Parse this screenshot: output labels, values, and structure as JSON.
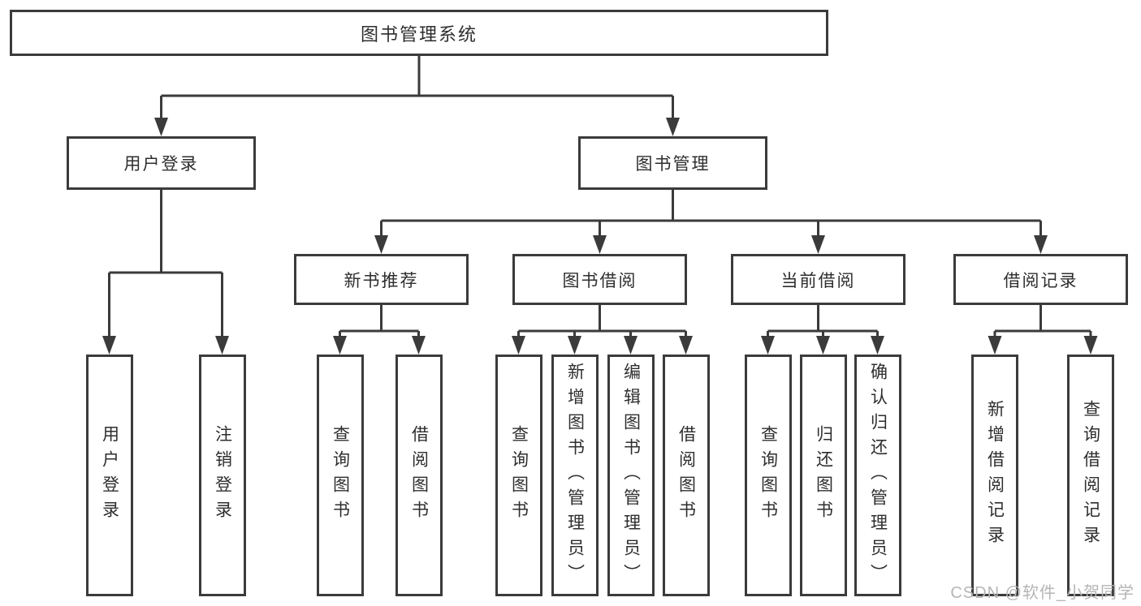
{
  "diagram": {
    "root": {
      "label": "图书管理系统"
    },
    "branches": [
      {
        "label": "用户登录",
        "leaves": [
          {
            "label": "用户登录"
          },
          {
            "label": "注销登录"
          }
        ]
      },
      {
        "label": "图书管理",
        "groups": [
          {
            "label": "新书推荐",
            "leaves": [
              {
                "label": "查询图书"
              },
              {
                "label": "借阅图书"
              }
            ]
          },
          {
            "label": "图书借阅",
            "leaves": [
              {
                "label": "查询图书"
              },
              {
                "label": "新增图书（管理员）"
              },
              {
                "label": "编辑图书（管理员）"
              },
              {
                "label": "借阅图书"
              }
            ]
          },
          {
            "label": "当前借阅",
            "leaves": [
              {
                "label": "查询图书"
              },
              {
                "label": "归还图书"
              },
              {
                "label": "确认归还（管理员）"
              }
            ]
          },
          {
            "label": "借阅记录",
            "leaves": [
              {
                "label": "新增借阅记录"
              },
              {
                "label": "查询借阅记录"
              }
            ]
          }
        ]
      }
    ]
  },
  "watermark": "CSDN @软件_小贺同学",
  "colors": {
    "line": "#3b3b3b",
    "text": "#2e2e2e",
    "watermark": "#b5b5b5",
    "background": "#ffffff"
  }
}
